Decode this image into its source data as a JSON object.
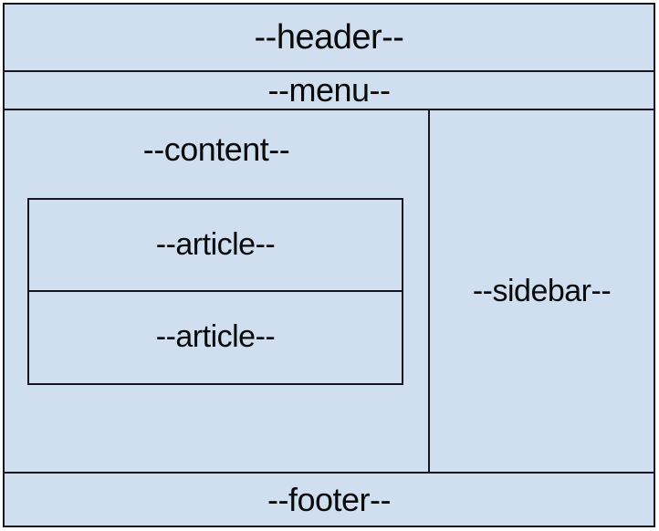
{
  "diagram": {
    "kind": "html-page-layout-diagram",
    "background_color": "#cfdff0",
    "border_color": "#161622",
    "text_color": "#0a0a0a",
    "regions": {
      "header": {
        "label": "--header--"
      },
      "menu": {
        "label": "--menu--"
      },
      "content": {
        "label": "--content--",
        "articles": [
          {
            "label": "--article--"
          },
          {
            "label": "--article--"
          }
        ]
      },
      "sidebar": {
        "label": "--sidebar--"
      },
      "footer": {
        "label": "--footer--"
      }
    }
  }
}
